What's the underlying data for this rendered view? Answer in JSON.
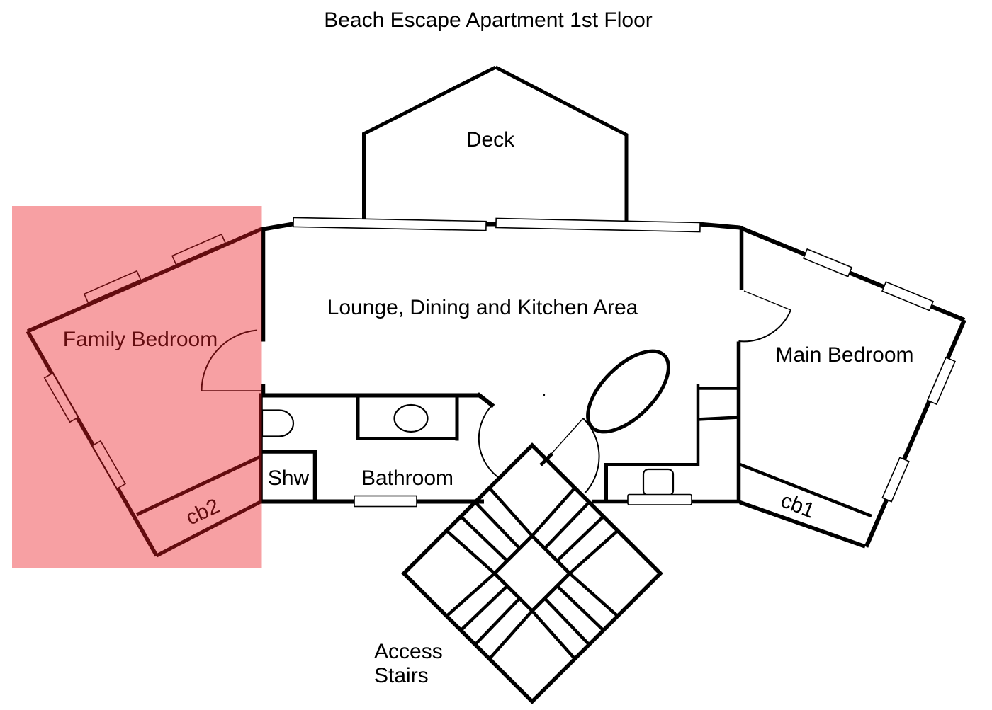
{
  "title": "Beach Escape Apartment 1st Floor",
  "rooms": {
    "deck": "Deck",
    "lounge": "Lounge, Dining and Kitchen Area",
    "family_bedroom": "Family Bedroom",
    "main_bedroom": "Main Bedroom",
    "bathroom": "Bathroom",
    "shower": "Shw",
    "cupboard1": "cb1",
    "cupboard2": "cb2",
    "stairs_line1": "Access",
    "stairs_line2": "Stairs"
  },
  "colors": {
    "walls": "#000000",
    "highlight": "#ED1C24",
    "highlight_opacity": "0.42",
    "background": "#ffffff"
  }
}
